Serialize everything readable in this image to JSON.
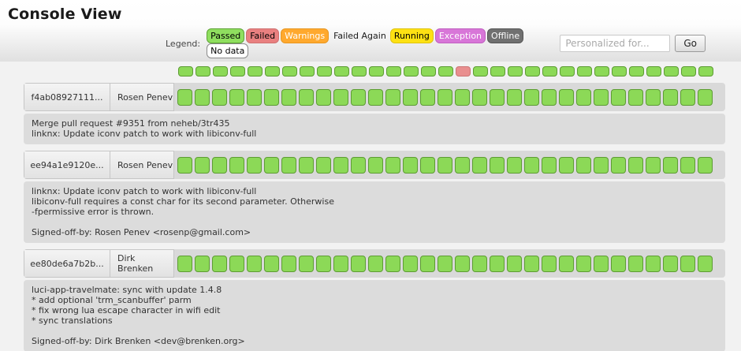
{
  "page": {
    "title": "Console View"
  },
  "legend": {
    "label": "Legend:",
    "items": [
      {
        "label": "Passed",
        "badge": true,
        "bg": "#8fdf5f",
        "border": "#5da334",
        "color": "#000000"
      },
      {
        "label": "Failed",
        "badge": true,
        "bg": "#e98080",
        "border": "#cf7070",
        "color": "#000000"
      },
      {
        "label": "Warnings",
        "badge": true,
        "bg": "#ffa92e",
        "border": "#e8961f",
        "color": "#ffffff"
      },
      {
        "label": "Failed Again",
        "badge": false,
        "bg": "",
        "border": "",
        "color": "#1a1a1a"
      },
      {
        "label": "Running",
        "badge": true,
        "bg": "#fde113",
        "border": "#dfc30e",
        "color": "#000000"
      },
      {
        "label": "Exception",
        "badge": true,
        "bg": "#d876d8",
        "border": "#c05fc0",
        "color": "#ffffff"
      },
      {
        "label": "Offline",
        "badge": true,
        "bg": "#707070",
        "border": "#555555",
        "color": "#ffffff"
      },
      {
        "label": "No data",
        "badge": true,
        "bg": "#ffffff",
        "border": "#8a8a8a",
        "color": "#000000"
      }
    ]
  },
  "personalize": {
    "placeholder": "Personalized for...",
    "go_label": "Go"
  },
  "status_colors": {
    "P": {
      "name": "passed",
      "bg": "#8cd957",
      "border": "#5d9c33"
    },
    "F": {
      "name": "failed",
      "bg": "#e98f8f",
      "border": "#cc7676"
    }
  },
  "builders_row": {
    "builds": [
      "P",
      "P",
      "P",
      "P",
      "P",
      "P",
      "P",
      "P",
      "P",
      "P",
      "P",
      "P",
      "P",
      "P",
      "P",
      "P",
      "F",
      "P",
      "P",
      "P",
      "P",
      "P",
      "P",
      "P",
      "P",
      "P",
      "P",
      "P",
      "P",
      "P",
      "P"
    ]
  },
  "commits": [
    {
      "hash": "f4ab08927111...",
      "author": "Rosen Penev",
      "builds": [
        "P",
        "P",
        "P",
        "P",
        "P",
        "P",
        "P",
        "P",
        "P",
        "P",
        "P",
        "P",
        "P",
        "P",
        "P",
        "P",
        "P",
        "P",
        "P",
        "P",
        "P",
        "P",
        "P",
        "P",
        "P",
        "P",
        "P",
        "P",
        "P",
        "P",
        "P"
      ],
      "description": [
        "Merge pull request #9351 from neheb/3tr435",
        "linknx: Update iconv patch to work with libiconv-full"
      ]
    },
    {
      "hash": "ee94a1e9120e...",
      "author": "Rosen Penev",
      "builds": [
        "P",
        "P",
        "P",
        "P",
        "P",
        "P",
        "P",
        "P",
        "P",
        "P",
        "P",
        "P",
        "P",
        "P",
        "P",
        "P",
        "P",
        "P",
        "P",
        "P",
        "P",
        "P",
        "P",
        "P",
        "P",
        "P",
        "P",
        "P",
        "P",
        "P",
        "P"
      ],
      "description": [
        "linknx: Update iconv patch to work with libiconv-full",
        "libiconv-full requires a const char for its second parameter. Otherwise",
        "-fpermissive error is thrown.",
        "",
        "Signed-off-by: Rosen Penev <rosenp@gmail.com>"
      ]
    },
    {
      "hash": "ee80de6a7b2b...",
      "author": "Dirk Brenken",
      "builds": [
        "P",
        "P",
        "P",
        "P",
        "P",
        "P",
        "P",
        "P",
        "P",
        "P",
        "P",
        "P",
        "P",
        "P",
        "P",
        "P",
        "P",
        "P",
        "P",
        "P",
        "P",
        "P",
        "P",
        "P",
        "P",
        "P",
        "P",
        "P",
        "P",
        "P",
        "P"
      ],
      "description": [
        "luci-app-travelmate: sync with update 1.4.8",
        "* add optional 'trm_scanbuffer' parm",
        "* fix wrong lua escape character in wifi edit",
        "* sync translations",
        "",
        "Signed-off-by: Dirk Brenken <dev@brenken.org>"
      ]
    }
  ]
}
